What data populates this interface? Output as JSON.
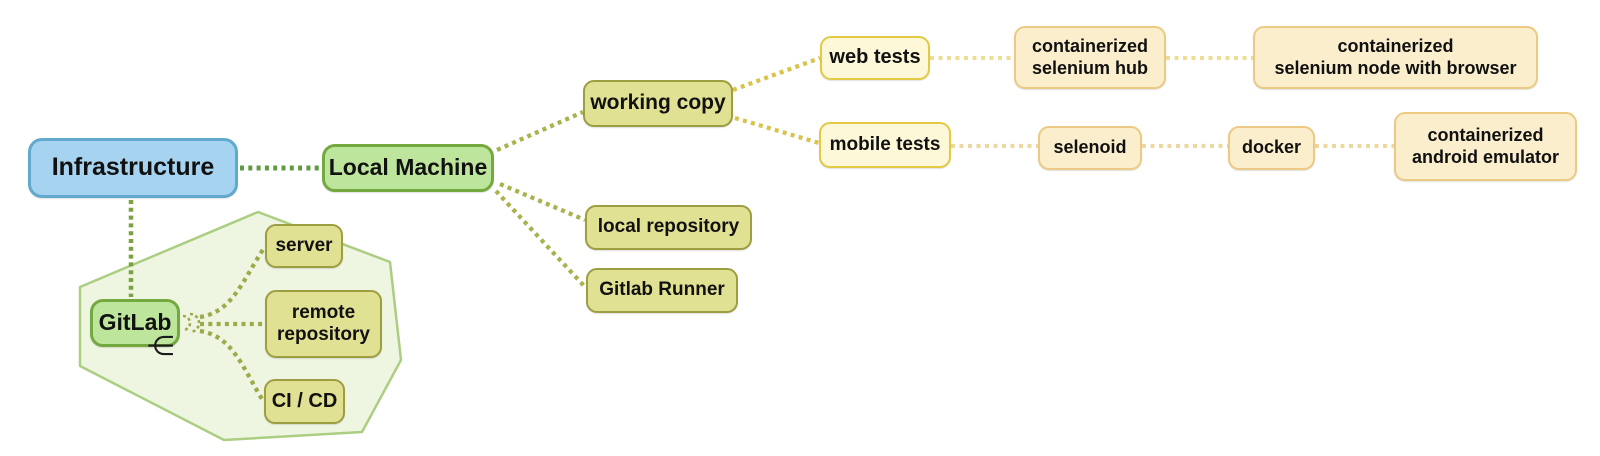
{
  "diagram": {
    "type": "mindmap",
    "nodes": {
      "infrastructure": {
        "label": "Infrastructure"
      },
      "local_machine": {
        "label": "Local Machine"
      },
      "working_copy": {
        "label": "working copy"
      },
      "web_tests": {
        "label": "web tests"
      },
      "selenium_hub": {
        "label": "containerized\nselenium hub"
      },
      "selenium_node": {
        "label": "containerized\nselenium node with browser"
      },
      "mobile_tests": {
        "label": "mobile tests"
      },
      "selenoid": {
        "label": "selenoid"
      },
      "docker": {
        "label": "docker"
      },
      "android_emulator": {
        "label": "containerized\nandroid emulator"
      },
      "local_repository": {
        "label": "local repository"
      },
      "gitlab_runner": {
        "label": "Gitlab Runner"
      },
      "gitlab": {
        "label": "GitLab"
      },
      "server": {
        "label": "server"
      },
      "remote_repository": {
        "label": "remote\nrepository"
      },
      "ci_cd": {
        "label": "CI / CD"
      }
    },
    "icons": {
      "gitlab_attachment": "⋲"
    },
    "edges": [
      {
        "from": "infrastructure",
        "to": "local_machine"
      },
      {
        "from": "infrastructure",
        "to": "gitlab"
      },
      {
        "from": "local_machine",
        "to": "working_copy"
      },
      {
        "from": "local_machine",
        "to": "local_repository"
      },
      {
        "from": "local_machine",
        "to": "gitlab_runner"
      },
      {
        "from": "working_copy",
        "to": "web_tests"
      },
      {
        "from": "working_copy",
        "to": "mobile_tests"
      },
      {
        "from": "web_tests",
        "to": "selenium_hub"
      },
      {
        "from": "selenium_hub",
        "to": "selenium_node"
      },
      {
        "from": "mobile_tests",
        "to": "selenoid"
      },
      {
        "from": "selenoid",
        "to": "docker"
      },
      {
        "from": "docker",
        "to": "android_emulator"
      },
      {
        "from": "gitlab",
        "to": "server"
      },
      {
        "from": "gitlab",
        "to": "remote_repository"
      },
      {
        "from": "gitlab",
        "to": "ci_cd"
      }
    ],
    "groups": [
      {
        "name": "gitlab-group",
        "members": [
          "gitlab",
          "server",
          "remote_repository",
          "ci_cd"
        ]
      }
    ],
    "colors": {
      "root_fill": "#a6d3f0",
      "root_border": "#61a9ce",
      "green_fill": "#bee59c",
      "green_border": "#74a93f",
      "olive_fill": "#e1e194",
      "olive_border": "#9d9d42",
      "yellow_fill": "#fcf8d8",
      "yellow_border": "#e2ca45",
      "cream_fill": "#faeecd",
      "cream_border": "#edca83",
      "group_fill": "#eef6e2",
      "group_border": "#abce82",
      "edge_green": "#5e9c44",
      "edge_olive": "#a9b24d",
      "edge_yellow": "#d9c24e",
      "edge_tan": "#eed8a2"
    }
  }
}
